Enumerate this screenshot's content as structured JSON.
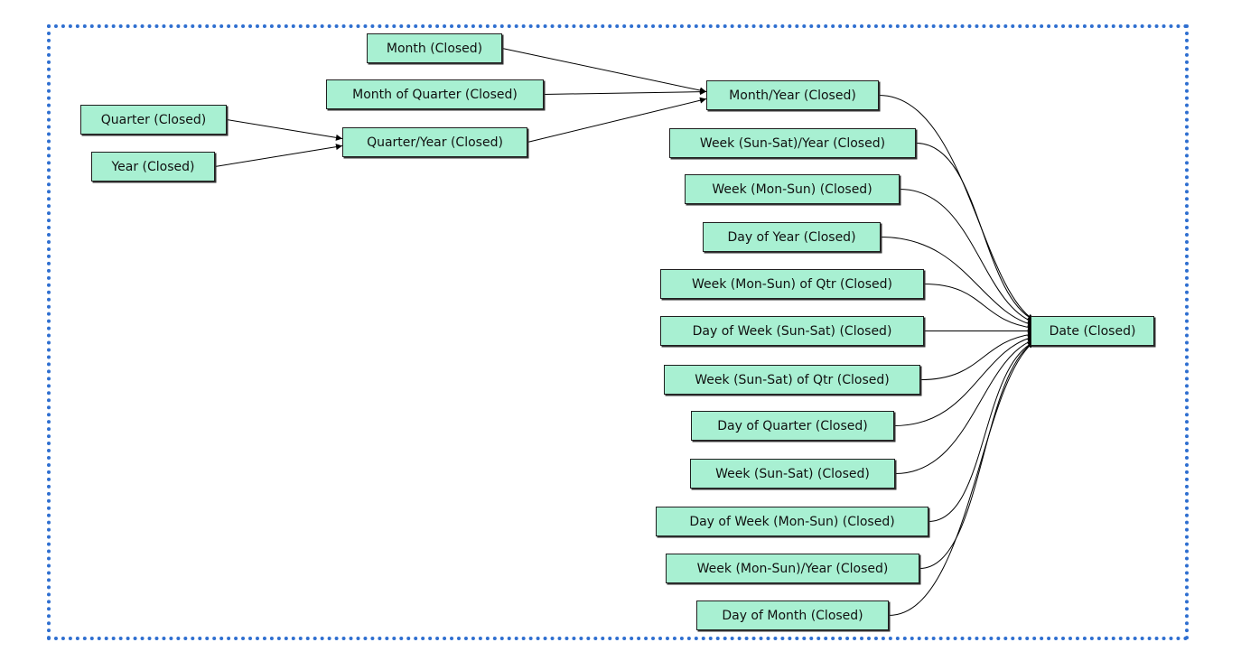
{
  "accent_colors": {
    "node_fill": "#a8f0d2",
    "node_border": "#1f1f1f",
    "frame_border": "#2f6fd0",
    "edge": "#000000"
  },
  "nodes": {
    "month": "Month (Closed)",
    "month_of_quarter": "Month of Quarter (Closed)",
    "quarter": "Quarter (Closed)",
    "year": "Year (Closed)",
    "quarter_year": "Quarter/Year (Closed)",
    "month_year": "Month/Year (Closed)",
    "week_sun_sat_year": "Week (Sun-Sat)/Year (Closed)",
    "week_mon_sun": "Week (Mon-Sun) (Closed)",
    "day_of_year": "Day of Year (Closed)",
    "week_mon_sun_of_qtr": "Week (Mon-Sun) of Qtr (Closed)",
    "day_of_week_sun_sat": "Day of Week (Sun-Sat) (Closed)",
    "week_sun_sat_of_qtr": "Week (Sun-Sat) of Qtr (Closed)",
    "day_of_quarter": "Day of Quarter (Closed)",
    "week_sun_sat": "Week (Sun-Sat) (Closed)",
    "day_of_week_mon_sun": "Day of Week (Mon-Sun) (Closed)",
    "week_mon_sun_year": "Week (Mon-Sun)/Year (Closed)",
    "day_of_month": "Day of Month (Closed)",
    "date": "Date (Closed)"
  },
  "edges": [
    [
      "month",
      "month_year"
    ],
    [
      "month_of_quarter",
      "month_year"
    ],
    [
      "quarter",
      "quarter_year"
    ],
    [
      "year",
      "quarter_year"
    ],
    [
      "quarter_year",
      "month_year"
    ],
    [
      "month_year",
      "date"
    ],
    [
      "week_sun_sat_year",
      "date"
    ],
    [
      "week_mon_sun",
      "date"
    ],
    [
      "day_of_year",
      "date"
    ],
    [
      "week_mon_sun_of_qtr",
      "date"
    ],
    [
      "day_of_week_sun_sat",
      "date"
    ],
    [
      "week_sun_sat_of_qtr",
      "date"
    ],
    [
      "day_of_quarter",
      "date"
    ],
    [
      "week_sun_sat",
      "date"
    ],
    [
      "day_of_week_mon_sun",
      "date"
    ],
    [
      "week_mon_sun_year",
      "date"
    ],
    [
      "day_of_month",
      "date"
    ]
  ]
}
